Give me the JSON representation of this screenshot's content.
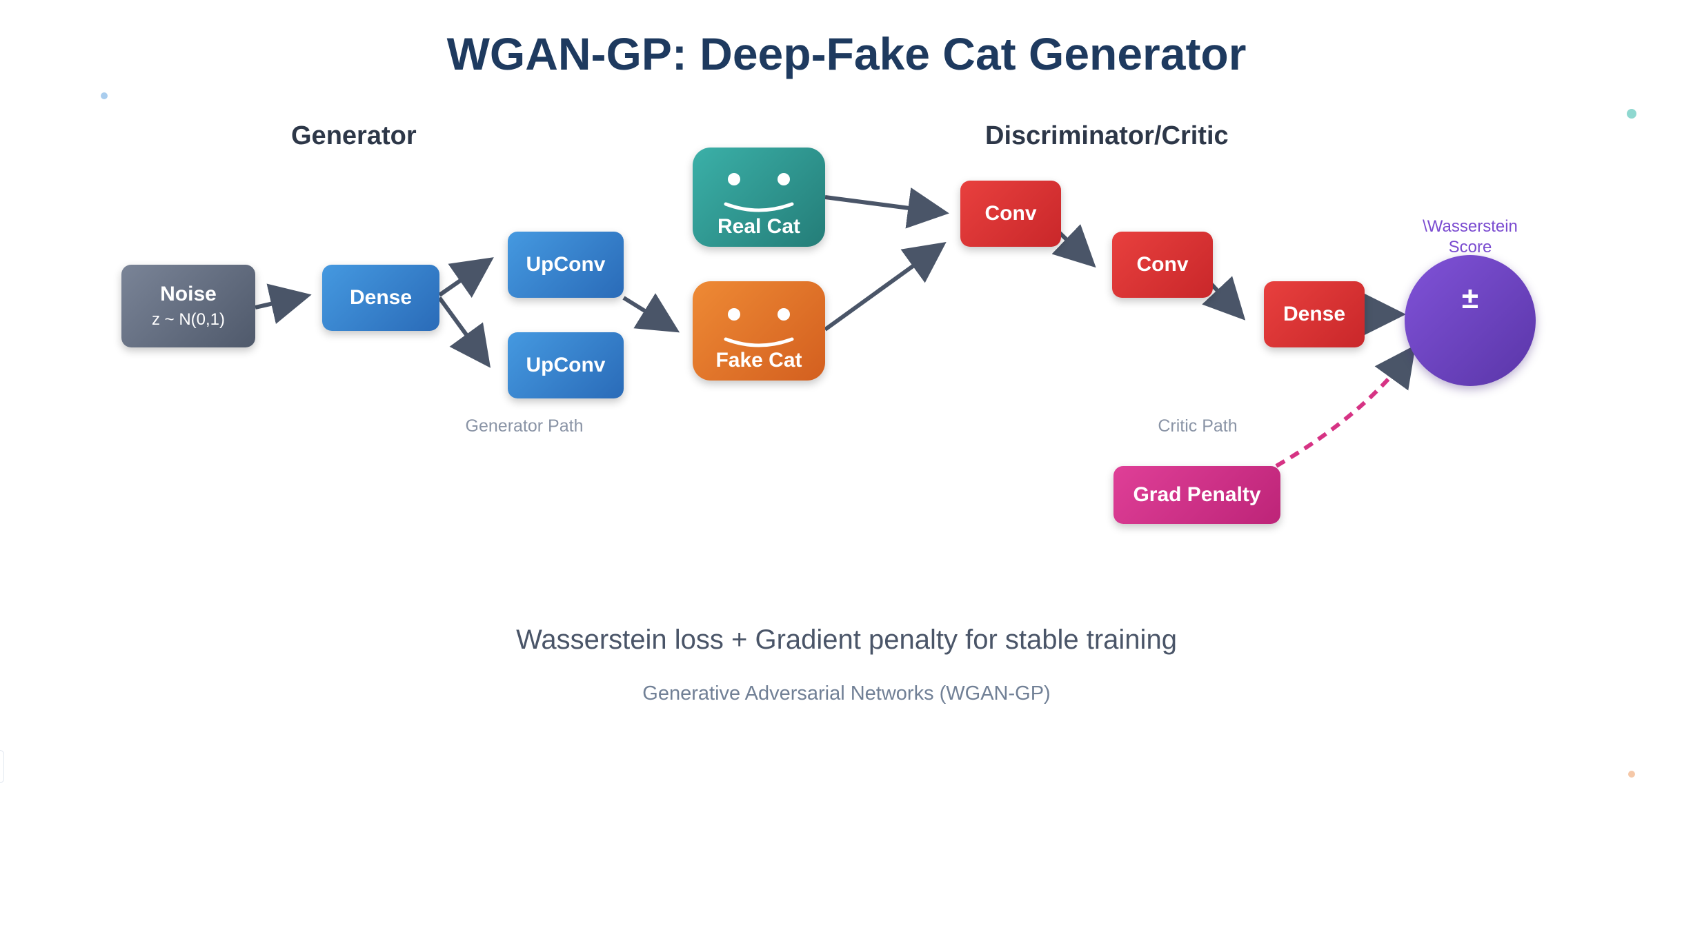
{
  "title": "WGAN-GP: Deep-Fake Cat Generator",
  "sections": {
    "generator": "Generator",
    "critic": "Discriminator/Critic"
  },
  "path_labels": {
    "generator": "Generator Path",
    "critic": "Critic Path"
  },
  "nodes": {
    "noise": {
      "label": "Noise",
      "sub": "z ~ N(0,1)"
    },
    "gen_dense": {
      "label": "Dense"
    },
    "upconv_top": {
      "label": "UpConv"
    },
    "upconv_bottom": {
      "label": "UpConv"
    },
    "real_cat": {
      "label": "Real Cat"
    },
    "fake_cat": {
      "label": "Fake Cat"
    },
    "conv1": {
      "label": "Conv"
    },
    "conv2": {
      "label": "Conv"
    },
    "critic_dense": {
      "label": "Dense"
    },
    "grad_penalty": {
      "label": "Grad Penalty"
    },
    "score": {
      "symbol": "±",
      "label_line1": "\\Wasserstein",
      "label_line2": "Score"
    }
  },
  "captions": {
    "main": "Wasserstein loss + Gradient penalty for stable training",
    "sub": "Generative Adversarial Networks (WGAN-GP)"
  },
  "colors": {
    "arrow": "#4a5568",
    "penalty_arrow": "#d63384",
    "title": "#1e3a5f"
  }
}
